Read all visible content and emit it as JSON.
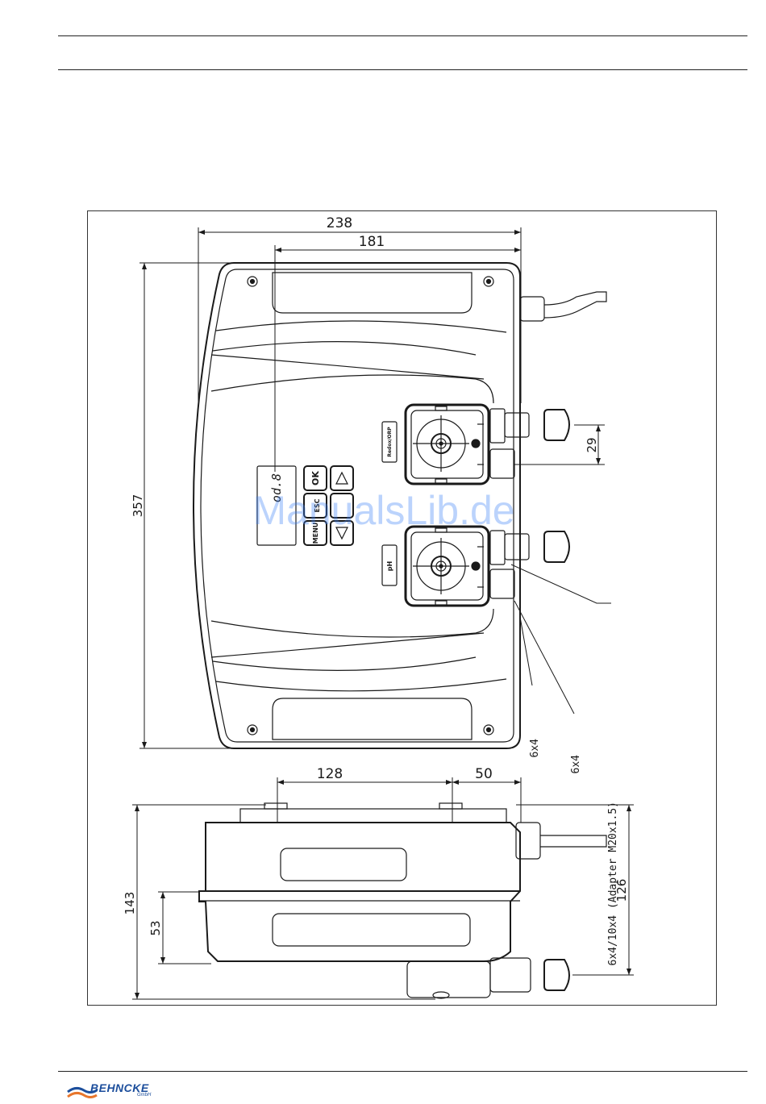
{
  "drawing": {
    "dimensions": {
      "width_total": "238",
      "width_inner": "181",
      "height_total": "357",
      "pump_spacing": "29",
      "side_offset_a": "128",
      "side_offset_b": "50",
      "side_height_total": "143",
      "side_height_lower": "53",
      "side_height_right": "126"
    },
    "callouts": {
      "hose_a": "6x4",
      "hose_b": "6x4",
      "hose_c": "6x4/10x4 (Adapter M20x1.5)"
    },
    "device": {
      "display_text": "od.8",
      "key_ok": "OK",
      "key_menu": "MENU",
      "key_esc": "ESC",
      "pump_top_label": "Redox/ORP",
      "pump_bottom_label": "pH"
    }
  },
  "watermark": "ManualsLib.de",
  "footer": {
    "brand": "BEHNCKE",
    "brand_sub": "GmbH"
  },
  "colors": {
    "line": "#1a1a1a",
    "watermark": "#3b82f6",
    "brand": "#1c4e9c"
  }
}
